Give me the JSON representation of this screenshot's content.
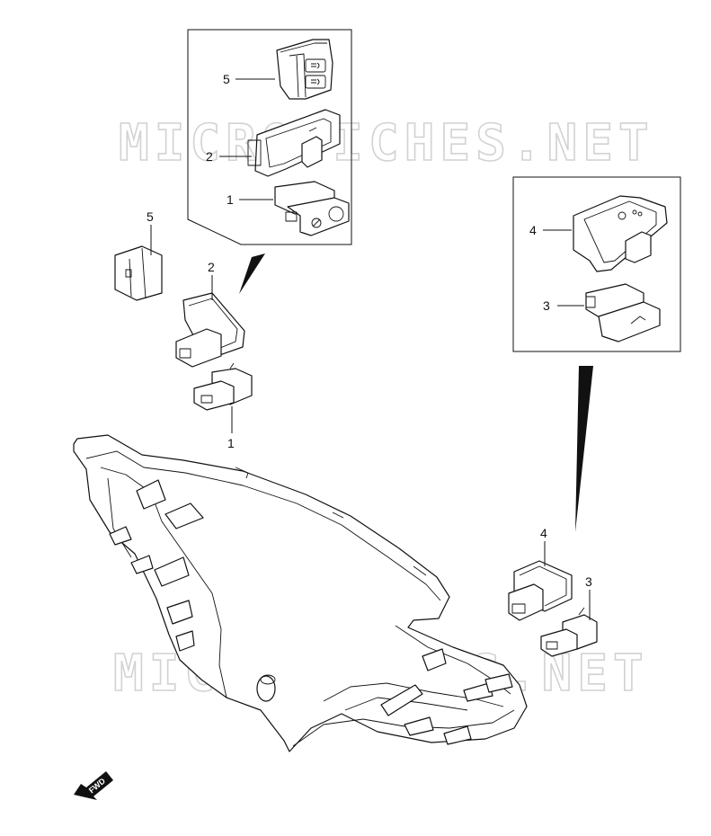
{
  "watermark": "MICROFICHES.NET",
  "fwd_label": "FWD",
  "callouts": {
    "top_inset_5": "5",
    "top_inset_2": "2",
    "top_inset_1": "1",
    "right_inset_4": "4",
    "right_inset_3": "3",
    "left_5": "5",
    "left_2": "2",
    "left_1": "1",
    "right_4": "4",
    "right_3": "3"
  },
  "icons": [
    "headlight-switch-icon",
    "hazard-switch-icon",
    "horn-switch-icon"
  ]
}
